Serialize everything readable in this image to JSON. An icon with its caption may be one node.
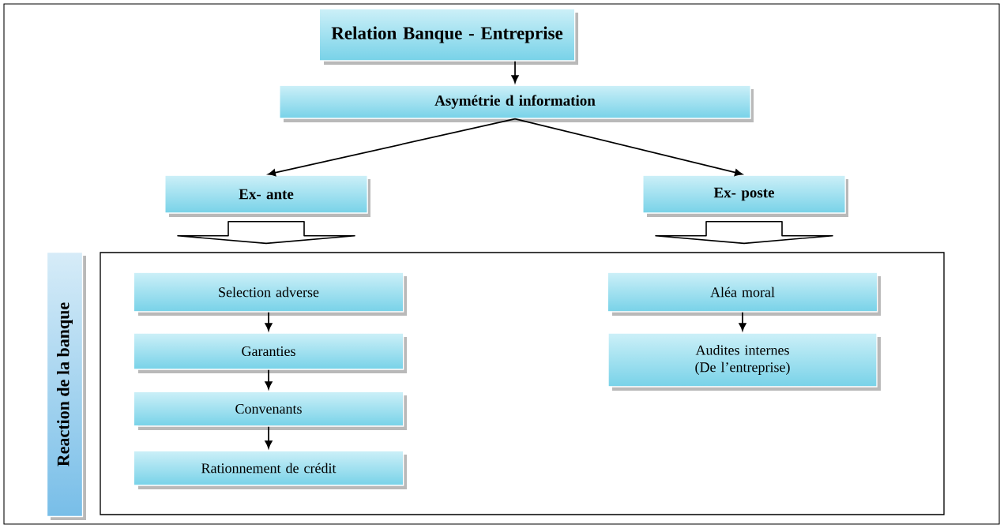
{
  "diagram": {
    "nodes": [
      {
        "text": [
          "Relation Banque - Entreprise"
        ]
      },
      {
        "text": [
          "Asymétrie d information"
        ]
      },
      {
        "text": [
          "Ex- ante"
        ]
      },
      {
        "text": [
          "Ex- poste"
        ]
      },
      {
        "text": [
          "Reaction de la banque"
        ]
      },
      {
        "text": [],
        "shape": "box"
      },
      {
        "text": [
          "Selection adverse"
        ],
        "in": 5
      },
      {
        "text": [
          "Garanties"
        ],
        "in": 5
      },
      {
        "text": [
          "Convenants"
        ],
        "in": 5
      },
      {
        "text": [
          "Rationnement de crédit"
        ],
        "in": 5
      },
      {
        "text": [
          "Aléa moral"
        ],
        "in": 5
      },
      {
        "text": [
          "Audites internes (De l’entreprise)"
        ],
        "in": 5
      }
    ],
    "edges": [
      {
        "from": 0,
        "to": 1,
        "arrow": "to"
      },
      {
        "from": 1,
        "to": 2,
        "arrow": "to"
      },
      {
        "from": 1,
        "to": 3,
        "arrow": "to"
      },
      {
        "from": 2,
        "to": 5,
        "arrow": "to",
        "style": "thick"
      },
      {
        "from": 3,
        "to": 5,
        "arrow": "to",
        "style": "thick"
      },
      {
        "from": 6,
        "to": 7,
        "arrow": "to"
      },
      {
        "from": 7,
        "to": 8,
        "arrow": "to"
      },
      {
        "from": 8,
        "to": 9,
        "arrow": "to"
      },
      {
        "from": 10,
        "to": 11,
        "arrow": "to"
      }
    ]
  }
}
